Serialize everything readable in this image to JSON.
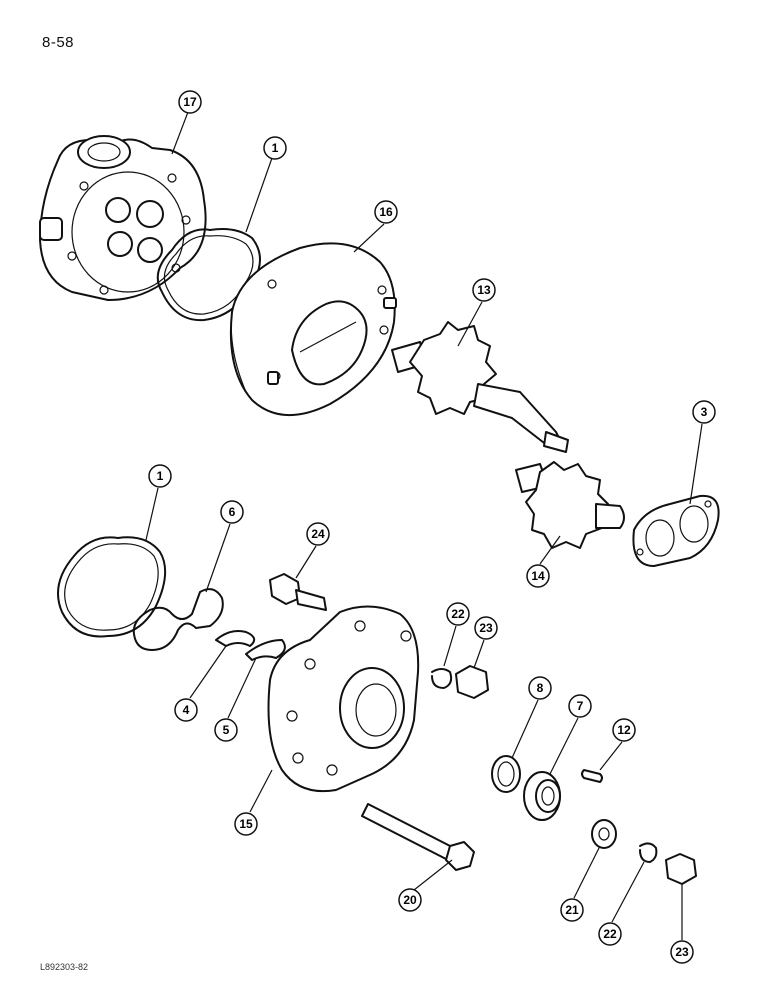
{
  "page": {
    "number": "8-58",
    "figure_code": "L892303-82"
  },
  "callouts": [
    {
      "id": "c17a",
      "label": "17",
      "part": "rear-cover"
    },
    {
      "id": "c1a",
      "label": "1",
      "part": "gasket-upper"
    },
    {
      "id": "c16",
      "label": "16",
      "part": "gear-housing"
    },
    {
      "id": "c13",
      "label": "13",
      "part": "drive-gear-shaft"
    },
    {
      "id": "c3",
      "label": "3",
      "part": "wear-plate"
    },
    {
      "id": "c1b",
      "label": "1",
      "part": "gasket-lower"
    },
    {
      "id": "c6",
      "label": "6",
      "part": "seal-large"
    },
    {
      "id": "c24",
      "label": "24",
      "part": "bolt"
    },
    {
      "id": "c14",
      "label": "14",
      "part": "driven-gear"
    },
    {
      "id": "c22a",
      "label": "22",
      "part": "lock-washer"
    },
    {
      "id": "c23a",
      "label": "23",
      "part": "nut"
    },
    {
      "id": "c8",
      "label": "8",
      "part": "ring"
    },
    {
      "id": "c7",
      "label": "7",
      "part": "shaft-seal"
    },
    {
      "id": "c12",
      "label": "12",
      "part": "key"
    },
    {
      "id": "c4",
      "label": "4",
      "part": "seal-small"
    },
    {
      "id": "c5",
      "label": "5",
      "part": "backup-ring"
    },
    {
      "id": "c15",
      "label": "15",
      "part": "front-cover"
    },
    {
      "id": "c20",
      "label": "20",
      "part": "long-bolt"
    },
    {
      "id": "c21",
      "label": "21",
      "part": "flat-washer"
    },
    {
      "id": "c22b",
      "label": "22",
      "part": "lock-washer-lower"
    },
    {
      "id": "c23b",
      "label": "23",
      "part": "nut-lower"
    }
  ]
}
